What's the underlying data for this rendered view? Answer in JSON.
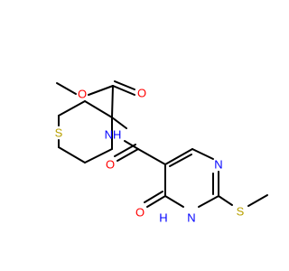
{
  "structure": {
    "atoms": {
      "ester_carbonyl_O": {
        "label": "O",
        "color": "#ff0000"
      },
      "ester_ether_O": {
        "label": "O",
        "color": "#ff0000"
      },
      "thiane_S": {
        "label": "S",
        "color": "#b8a000"
      },
      "amide_NH": {
        "label": "NH",
        "color": "#0000ff"
      },
      "amide_O": {
        "label": "O",
        "color": "#ff0000"
      },
      "ring_N3": {
        "label": "N",
        "color": "#0000ff"
      },
      "thioether_S": {
        "label": "S",
        "color": "#b8a000"
      },
      "ring_NH": {
        "label": "H",
        "color": "#0000ff"
      },
      "ring_N1": {
        "label": "N",
        "color": "#0000ff"
      },
      "oxo_O": {
        "label": "O",
        "color": "#ff0000"
      }
    }
  }
}
